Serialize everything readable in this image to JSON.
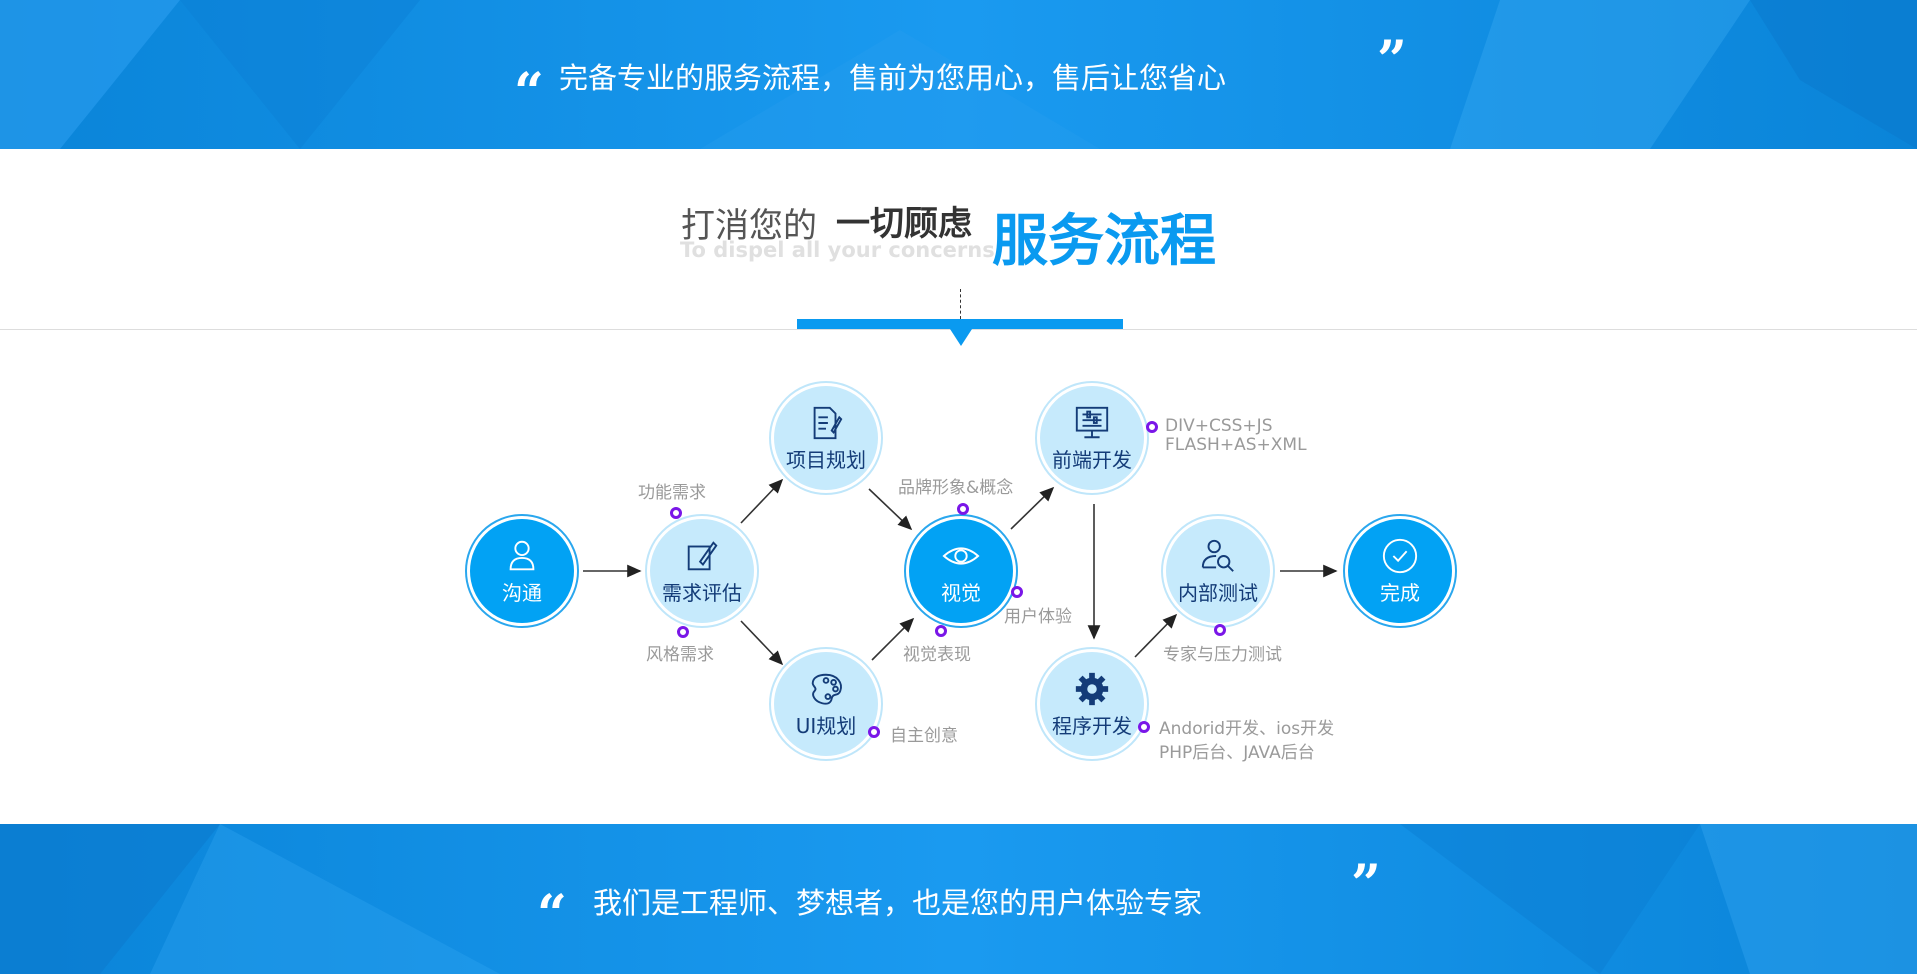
{
  "top_banner": {
    "quote": "完备专业的服务流程，售前为您用心，售后让您省心",
    "open_mark": "“",
    "close_mark": "”"
  },
  "heading": {
    "light": "打消您的",
    "bold": "一切顾虑",
    "accent": "服务流程",
    "subtitle": "To dispel all your concerns"
  },
  "nodes": [
    {
      "label": "沟通",
      "icon": "user-icon"
    },
    {
      "label": "需求评估",
      "icon": "edit-icon"
    },
    {
      "label": "项目规划",
      "icon": "document-icon"
    },
    {
      "label": "UI规划",
      "icon": "palette-icon"
    },
    {
      "label": "视觉",
      "icon": "eye-icon"
    },
    {
      "label": "前端开发",
      "icon": "monitor-settings-icon"
    },
    {
      "label": "程序开发",
      "icon": "gear-icon"
    },
    {
      "label": "内部测试",
      "icon": "user-search-icon"
    },
    {
      "label": "完成",
      "icon": "check-circle-icon"
    }
  ],
  "notes": {
    "functional": "功能需求",
    "style": "风格需求",
    "brand": "品牌形象&概念",
    "ux": "用户体验",
    "visual": "视觉表现",
    "creative": "自主创意",
    "frontend_1": "DIV+CSS+JS",
    "frontend_2": "FLASH+AS+XML",
    "testing": "专家与压力测试",
    "program_1": "Andorid开发、ios开发",
    "program_2": "PHP后台、JAVA后台"
  },
  "bottom_banner": {
    "quote": "我们是工程师、梦想者，也是您的用户体验专家",
    "open_mark": "“",
    "close_mark": "”"
  },
  "colors": {
    "accent": "#02a2f4",
    "light_node": "#c6eafc",
    "dot": "#7a16e8",
    "text_dark": "#143c78"
  }
}
